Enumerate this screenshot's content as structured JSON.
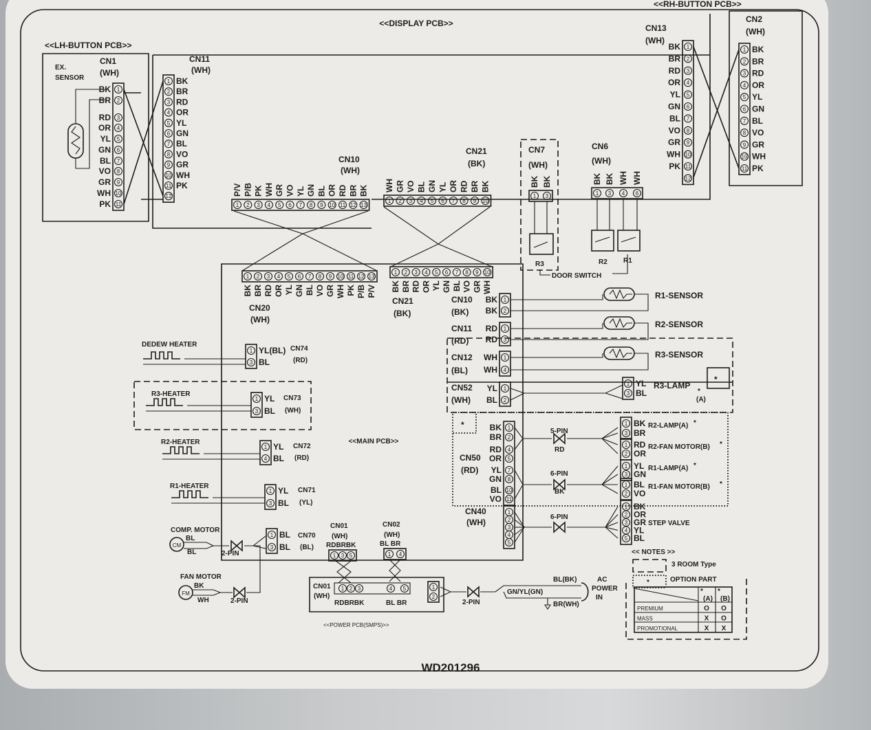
{
  "model_code": "WD201296",
  "option_mark": "*",
  "lh_button_pcb": {
    "title": "<<LH-BUTTON PCB>>",
    "sensor_label": [
      "EX.",
      "SENSOR"
    ],
    "cn1": {
      "name": "CN1",
      "color": "(WH)",
      "pins": [
        "1",
        "2",
        "3",
        "4",
        "5",
        "6",
        "7",
        "8",
        "9",
        "10",
        "11"
      ],
      "wires": [
        "BK",
        "BR",
        "RD",
        "OR",
        "YL",
        "GN",
        "BL",
        "VO",
        "GR",
        "WH",
        "PK"
      ]
    }
  },
  "rh_button_pcb": {
    "title": "<<RH-BUTTON PCB>>",
    "cn2": {
      "name": "CN2",
      "color": "(WH)",
      "pins": [
        "1",
        "2",
        "3",
        "4",
        "5",
        "6",
        "7",
        "8",
        "9",
        "10",
        "11"
      ],
      "wires": [
        "BK",
        "BR",
        "RD",
        "OR",
        "YL",
        "GN",
        "BL",
        "VO",
        "GR",
        "WH",
        "PK"
      ]
    }
  },
  "display_pcb": {
    "title": "<<DISPLAY PCB>>",
    "cn11": {
      "name": "CN11",
      "color": "(WH)",
      "pins": [
        "1",
        "2",
        "3",
        "4",
        "5",
        "6",
        "7",
        "8",
        "9",
        "10",
        "11",
        "12"
      ],
      "wires": [
        "BK",
        "BR",
        "RD",
        "OR",
        "YL",
        "GN",
        "BL",
        "VO",
        "GR",
        "WH",
        "PK",
        ""
      ]
    },
    "cn13": {
      "name": "CN13",
      "color": "(WH)",
      "pins": [
        "1",
        "2",
        "3",
        "4",
        "5",
        "6",
        "7",
        "8",
        "9",
        "10",
        "11",
        "12"
      ],
      "wires": [
        "BK",
        "BR",
        "RD",
        "OR",
        "YL",
        "GN",
        "BL",
        "VO",
        "GR",
        "WH",
        "PK",
        ""
      ]
    },
    "cn10": {
      "name": "CN10",
      "color": "(WH)",
      "pins": [
        "1",
        "2",
        "3",
        "4",
        "5",
        "6",
        "7",
        "8",
        "9",
        "10",
        "11",
        "12",
        "13"
      ],
      "wires": [
        "P/V",
        "P/B",
        "PK",
        "WH",
        "GR",
        "VO",
        "YL",
        "GN",
        "BL",
        "OR",
        "RD",
        "BR",
        "BK"
      ]
    },
    "cn21": {
      "name": "CN21",
      "color": "(BK)",
      "pins": [
        "1",
        "2",
        "3",
        "4",
        "5",
        "6",
        "7",
        "8",
        "9",
        "10"
      ],
      "wires": [
        "WH",
        "GR",
        "VO",
        "BL",
        "GN",
        "YL",
        "OR",
        "RD",
        "BR",
        "BK"
      ]
    },
    "cn7": {
      "name": "CN7",
      "color": "(WH)",
      "pins": [
        "1",
        "3"
      ],
      "wires": [
        "BK",
        "BK"
      ]
    },
    "cn6": {
      "name": "CN6",
      "color": "(WH)",
      "pins": [
        "1",
        "3",
        "4",
        "6"
      ],
      "wires": [
        "BK",
        "BK",
        "WH",
        "WH"
      ]
    },
    "switches": [
      "R3",
      "R2",
      "R1"
    ],
    "door_switch": "DOOR SWITCH"
  },
  "main_pcb": {
    "title": "<<MAIN PCB>>",
    "cn20": {
      "name": "CN20",
      "color": "(WH)",
      "pins": [
        "1",
        "2",
        "3",
        "4",
        "5",
        "6",
        "7",
        "8",
        "9",
        "10",
        "11",
        "12",
        "13"
      ],
      "wires": [
        "BK",
        "BR",
        "RD",
        "OR",
        "YL",
        "GN",
        "BL",
        "VO",
        "GR",
        "WH",
        "PK",
        "P/B",
        "P/V"
      ]
    },
    "cn21": {
      "name": "CN21",
      "color": "(BK)",
      "pins": [
        "1",
        "2",
        "3",
        "4",
        "5",
        "6",
        "7",
        "8",
        "9",
        "10"
      ],
      "wires": [
        "BK",
        "BR",
        "RD",
        "OR",
        "YL",
        "GN",
        "BL",
        "VO",
        "GR",
        "WH"
      ]
    },
    "cn10": {
      "name": "CN10",
      "color": "(BK)",
      "pins": [
        "1",
        "2"
      ],
      "wires": [
        "BK",
        "BK"
      ]
    },
    "cn11": {
      "name": "CN11",
      "color": "(RD)",
      "pins": [
        "1",
        "3"
      ],
      "wires": [
        "RD",
        "RD"
      ]
    },
    "cn12": {
      "name": "CN12",
      "color": "(BL)",
      "pins": [
        "1",
        "4"
      ],
      "wires": [
        "WH",
        "WH"
      ]
    },
    "cn52": {
      "name": "CN52",
      "color": "(WH)",
      "pins": [
        "1",
        "2"
      ],
      "wires": [
        "YL",
        "BL"
      ]
    },
    "cn50": {
      "name": "CN50",
      "color": "(RD)",
      "pins": [
        "1",
        "2",
        "4",
        "5",
        "7",
        "8",
        "10",
        "11"
      ],
      "wires": [
        "BK",
        "BR",
        "RD",
        "OR",
        "YL",
        "GN",
        "BL",
        "VO"
      ]
    },
    "cn40": {
      "name": "CN40",
      "color": "(WH)",
      "pins": [
        "1",
        "2",
        "3",
        "4",
        "5"
      ],
      "wires": [
        "",
        "",
        "",
        "",
        ""
      ]
    },
    "cn74": {
      "name": "CN74",
      "color": "(RD)",
      "pins": [
        "1",
        "3"
      ],
      "wires": [
        "YL(BL)",
        "BL"
      ]
    },
    "cn73": {
      "name": "CN73",
      "color": "(WH)",
      "pins": [
        "1",
        "3"
      ],
      "wires": [
        "YL",
        "BL"
      ]
    },
    "cn72": {
      "name": "CN72",
      "color": "(RD)",
      "pins": [
        "1",
        "4"
      ],
      "wires": [
        "YL",
        "BL"
      ]
    },
    "cn71": {
      "name": "CN71",
      "color": "(YL)",
      "pins": [
        "1",
        "3"
      ],
      "wires": [
        "YL",
        "BL"
      ]
    },
    "cn70": {
      "name": "CN70",
      "color": "(BL)",
      "pins": [
        "1",
        "3"
      ],
      "wires": [
        "BL",
        "BL"
      ]
    },
    "cn01": {
      "name": "CN01",
      "color": "(WH)",
      "wire_label": "RDBRBK",
      "pins": [
        "1",
        "3",
        "5"
      ]
    },
    "cn02": {
      "name": "CN02",
      "color": "(WH)",
      "wire_label": "BL  BR",
      "pins": [
        "1",
        "4"
      ]
    }
  },
  "sensors": [
    "R1-SENSOR",
    "R2-SENSOR",
    "R3-SENSOR"
  ],
  "loads": {
    "r3_lamp": {
      "label": "R3-LAMP",
      "suffix": "(A)",
      "pins": [
        "1",
        "3"
      ],
      "wires": [
        "YL",
        "BL"
      ]
    },
    "r2_lamp": {
      "label": "R2-LAMP(A)",
      "pins": [
        "1",
        "3"
      ],
      "wires": [
        "BK",
        "BR"
      ]
    },
    "r2_fan": {
      "label": "R2-FAN MOTOR(B)",
      "pins": [
        "1",
        "2"
      ],
      "wires": [
        "RD",
        "OR"
      ]
    },
    "r1_lamp": {
      "label": "R1-LAMP(A)",
      "pins": [
        "1",
        "3"
      ],
      "wires": [
        "YL",
        "GN"
      ]
    },
    "r1_fan": {
      "label": "R1-FAN MOTOR(B)",
      "pins": [
        "1",
        "2"
      ],
      "wires": [
        "BL",
        "VO"
      ]
    },
    "step_valve": {
      "label": "STEP VALVE",
      "pins": [
        "1",
        "2",
        "3",
        "4",
        "5"
      ],
      "wires": [
        "BK",
        "OR",
        "GR",
        "YL",
        "BL"
      ]
    },
    "pin5": {
      "label": "5-PIN",
      "color": "RD"
    },
    "pin6a": {
      "label": "6-PIN",
      "color": "BK"
    },
    "pin6b": {
      "label": "6-PIN"
    }
  },
  "heaters": {
    "dedew": "DEDEW HEATER",
    "r3": "R3-HEATER",
    "r2": "R2-HEATER",
    "r1": "R1-HEATER"
  },
  "motors": {
    "comp": {
      "label": "COMP. MOTOR",
      "symbol": "CM",
      "wires": [
        "BL",
        "BL"
      ],
      "plug": "2-PIN"
    },
    "fan": {
      "label": "FAN MOTOR",
      "symbol": "FM",
      "wires": [
        "BK",
        "WH"
      ],
      "plug": "2-PIN"
    }
  },
  "power_pcb": {
    "title": "<<POWER PCB(SMPS)>>",
    "cn01": {
      "name": "CN01",
      "color": "(WH)",
      "wire_label": "RDBRBK",
      "wire_label2": "BL  BR",
      "pins": [
        "1",
        "2",
        "3"
      ],
      "pins2": [
        "4",
        "5"
      ]
    },
    "out_pins": [
      "1",
      "2"
    ],
    "plug": "2-PIN",
    "ground": "GN/YL(GN)",
    "line": "BL(BK)",
    "neutral": "BR(WH)",
    "ac_in": [
      "AC",
      "POWER",
      "IN"
    ]
  },
  "notes": {
    "title": "<< NOTES >>",
    "room_type": "3 ROOM Type",
    "option_part": "OPTION PART",
    "table": {
      "headers": [
        "(A)",
        "(B)"
      ],
      "rows": [
        {
          "name": "PREMIUM",
          "a": "O",
          "b": "O"
        },
        {
          "name": "MASS",
          "a": "X",
          "b": "O"
        },
        {
          "name": "PROMOTIONAL",
          "a": "X",
          "b": "X"
        }
      ]
    }
  }
}
